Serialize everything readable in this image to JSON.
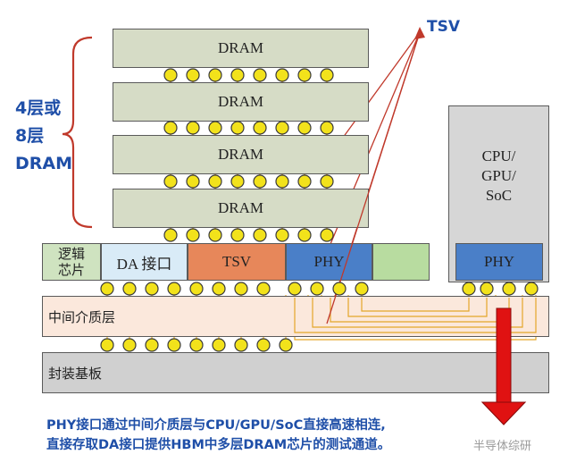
{
  "labels": {
    "tsv_callout": "TSV",
    "stack_note_line1": "4层或",
    "stack_note_line2": "8层",
    "stack_note_line3": "DRAM",
    "dram": [
      "DRAM",
      "DRAM",
      "DRAM",
      "DRAM"
    ],
    "logic_die": "逻辑\n芯片",
    "da_interface": "DA 接口",
    "tsv_block": "TSV",
    "phy_left": "PHY",
    "phy_right": "PHY",
    "cpu": "CPU/\nGPU/\nSoC",
    "interposer": "中间介质层",
    "substrate": "封装基板",
    "caption_line1": "PHY接口通过中间介质层与CPU/GPU/SoC直接高速相连,",
    "caption_line2": "直接存取DA接口提供HBM中多层DRAM芯片的测试通道。",
    "watermark": "半导体综研"
  },
  "colors": {
    "dram": "#d6dcc6",
    "logic_green": "#cfe3c0",
    "da_blue": "#d9ebf7",
    "tsv_orange": "#e7875a",
    "phy_blue": "#4a7fc8",
    "interposer": "#fbe8dc",
    "substrate": "#d0d0d0",
    "cpu_gray": "#d6d6d6",
    "bump_yellow": "#f2e21b",
    "arrow_red": "#e01212",
    "brace_red": "#c0392b",
    "caption_blue": "#1f4fa8"
  }
}
